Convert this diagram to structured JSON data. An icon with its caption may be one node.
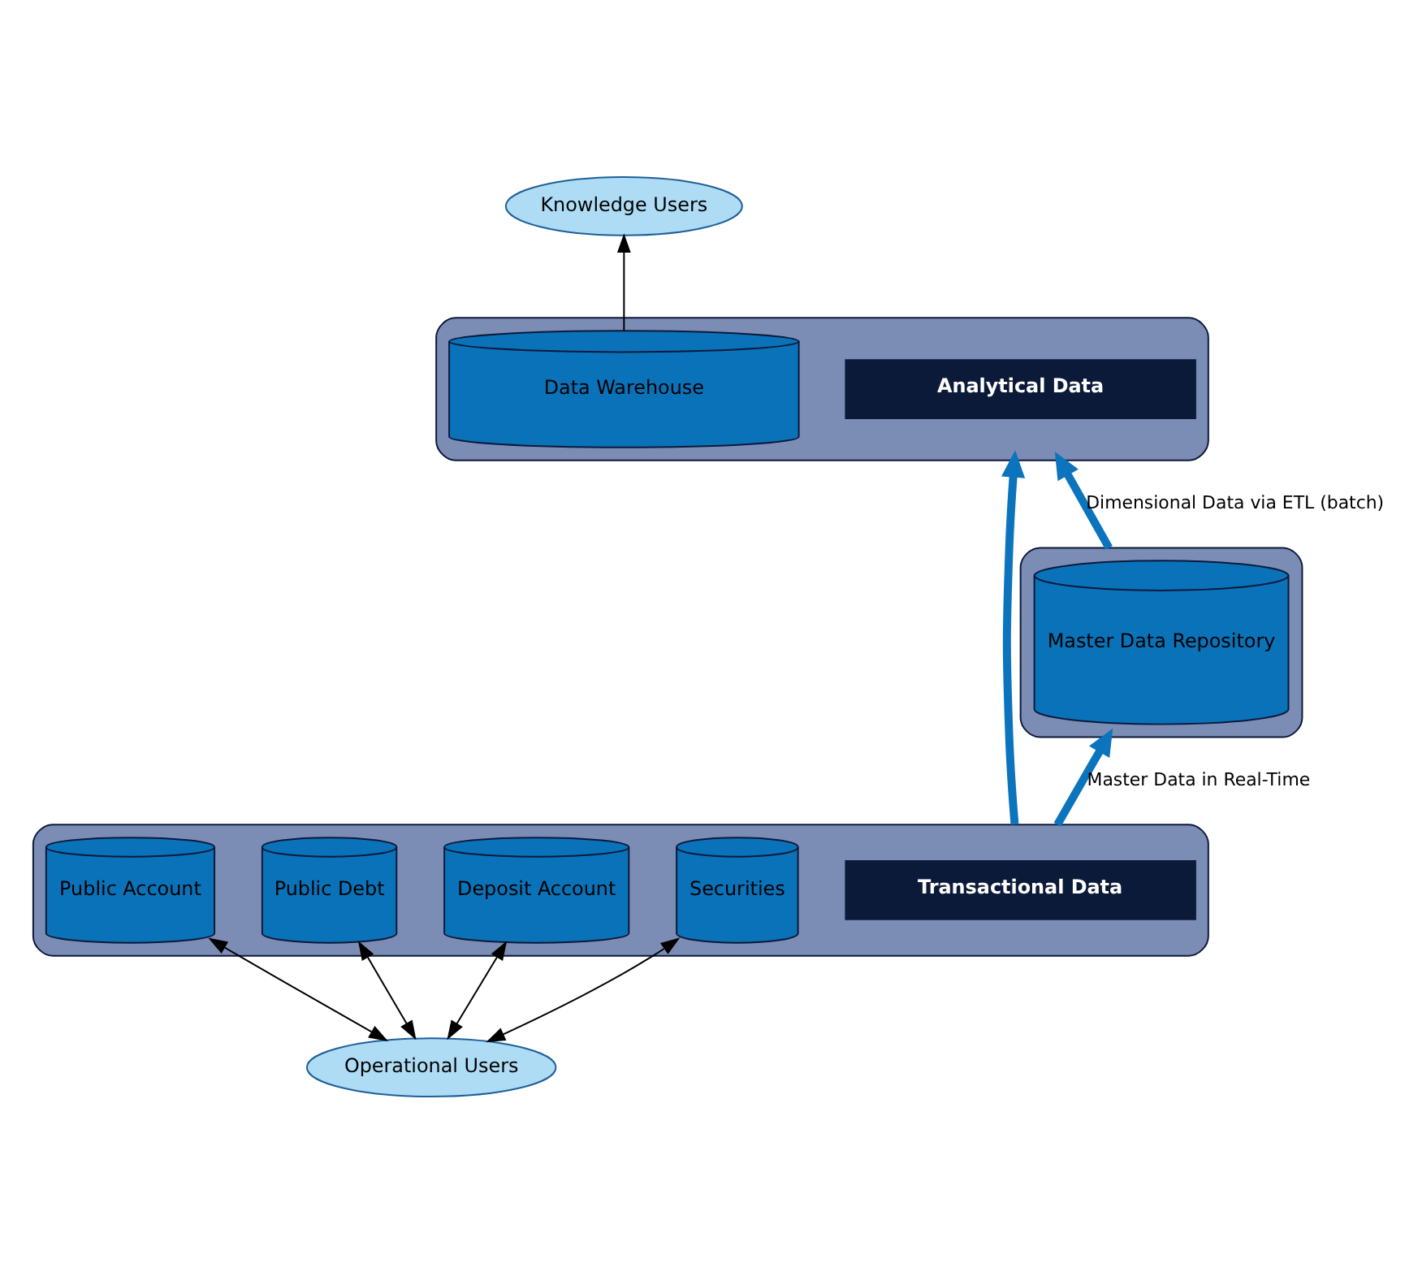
{
  "diagram": {
    "nodes": [
      {
        "text": [
          "Knowledge Users"
        ]
      },
      {
        "text": [],
        "shape": "box"
      },
      {
        "text": [
          "Analytical Data"
        ],
        "in": 1
      },
      {
        "text": [
          "Data Warehouse"
        ],
        "in": 1
      },
      {
        "text": [],
        "shape": "box"
      },
      {
        "text": [
          "Master Data Repository"
        ],
        "in": 4
      },
      {
        "text": [],
        "shape": "box"
      },
      {
        "text": [
          "Transactional Data"
        ],
        "in": 6
      },
      {
        "text": [
          "Public Account"
        ],
        "in": 6
      },
      {
        "text": [
          "Public Debt"
        ],
        "in": 6
      },
      {
        "text": [
          "Deposit Account"
        ],
        "in": 6
      },
      {
        "text": [
          "Securities"
        ],
        "in": 6
      },
      {
        "text": [
          "Operational Users"
        ]
      }
    ],
    "edges": [
      {
        "from": 3,
        "to": 0,
        "arrow": "to"
      },
      {
        "from": 6,
        "to": 1,
        "arrow": "to",
        "style": "thick",
        "color": "#0b74bd"
      },
      {
        "from": 4,
        "to": 1,
        "arrow": "to",
        "style": "thick",
        "color": "#0b74bd",
        "label": "Dimensional Data via ETL (batch)"
      },
      {
        "from": 6,
        "to": 4,
        "arrow": "to",
        "style": "thick",
        "color": "#0b74bd",
        "label": "Master Data in Real-Time"
      },
      {
        "from": 8,
        "to": 12,
        "arrow": "both"
      },
      {
        "from": 9,
        "to": 12,
        "arrow": "both"
      },
      {
        "from": 10,
        "to": 12,
        "arrow": "both"
      },
      {
        "from": 11,
        "to": 12,
        "arrow": "both"
      }
    ]
  }
}
